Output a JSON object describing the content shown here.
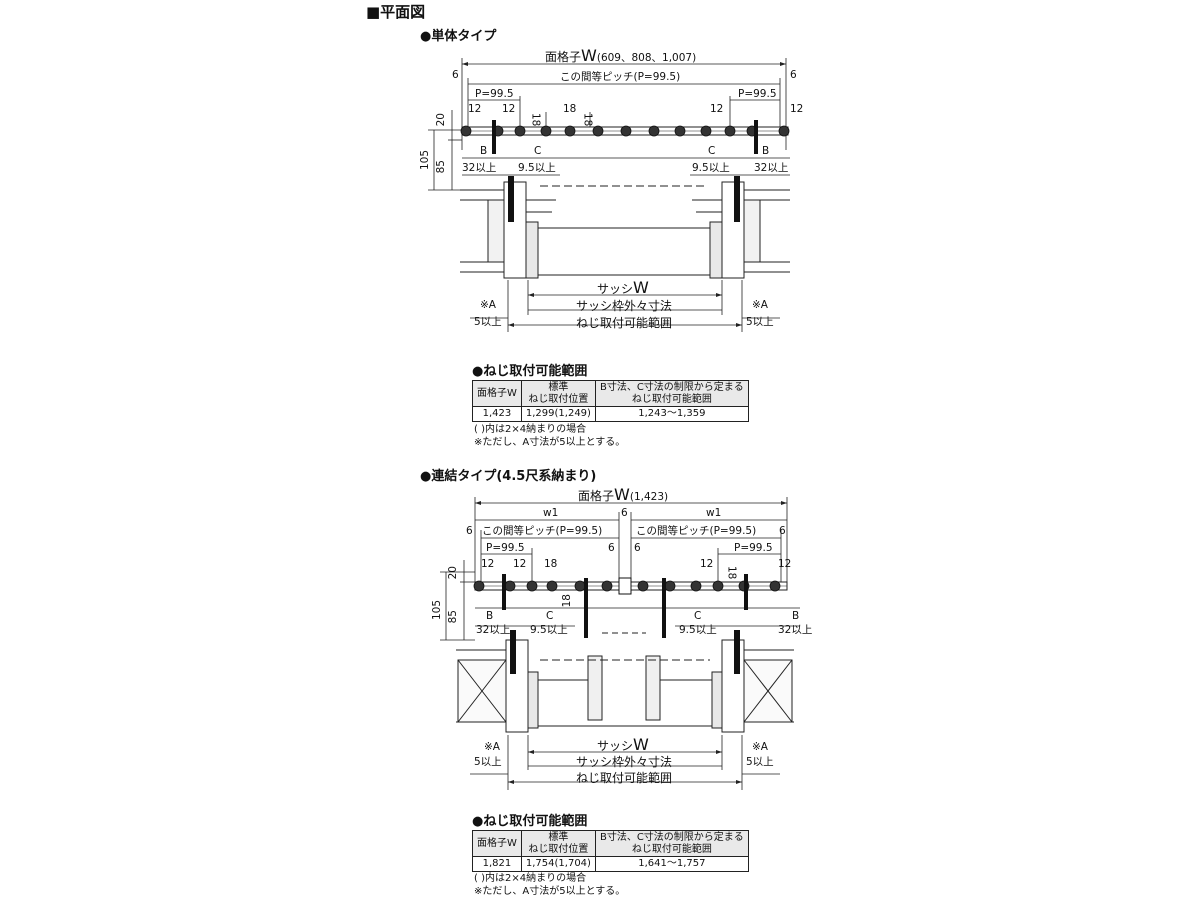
{
  "page": {
    "title": "■平面図"
  },
  "single": {
    "heading": "●単体タイプ",
    "overall_label": "面格子",
    "overall_w": "W",
    "overall_sizes": "(609、808、1,007)",
    "pitch_label": "この間等ピッチ(P=99.5)",
    "p_left": "P=99.5",
    "p_right": "P=99.5",
    "d6_left": "6",
    "d6_right": "6",
    "d12_a": "12",
    "d12_b": "12",
    "d12_c": "12",
    "d12_d": "12",
    "d18_a": "18",
    "d18_b": "18",
    "d18_v": "18",
    "d20": "20",
    "d85": "85",
    "d105": "105",
    "b_left": "B",
    "b_right": "B",
    "c_left": "C",
    "c_right": "C",
    "min32_left": "32以上",
    "min32_right": "32以上",
    "min95_left": "9.5以上",
    "min95_right": "9.5以上",
    "sash_label": "サッシ",
    "sash_w": "W",
    "sash_frame": "サッシ枠外々寸法",
    "screw_range": "ねじ取付可能範囲",
    "a_left": "※A",
    "a_right": "※A",
    "min5_left": "5以上",
    "min5_right": "5以上"
  },
  "table1": {
    "heading": "●ねじ取付可能範囲",
    "col1": "面格子W",
    "col2_l1": "標準",
    "col2_l2": "ねじ取付位置",
    "col3_l1": "B寸法、C寸法の制限から定まる",
    "col3_l2": "ねじ取付可能範囲",
    "row": {
      "w": "1,423",
      "pos": "1,299(1,249)",
      "range": "1,243〜1,359"
    },
    "note1": "(  )内は2×4納まりの場合",
    "note2": "※ただし、A寸法が5以上とする。"
  },
  "linked": {
    "heading": "●連結タイプ(4.5尺系納まり)",
    "overall_label": "面格子",
    "overall_w": "W",
    "overall_sizes": "(1,423)",
    "w1_left": "w1",
    "w1_right": "w1",
    "d6_center": "6",
    "d6_left": "6",
    "d6_right": "6",
    "d6_ml": "6",
    "d6_mr": "6",
    "pitch_left": "この間等ピッチ(P=99.5)",
    "pitch_right": "この間等ピッチ(P=99.5)",
    "p_left": "P=99.5",
    "p_right": "P=99.5",
    "d12_a": "12",
    "d12_b": "12",
    "d12_c": "12",
    "d12_d": "12",
    "d18_a": "18",
    "d18_b": "18",
    "d18_v": "18",
    "d20": "20",
    "d85": "85",
    "d105": "105",
    "b_left": "B",
    "b_right": "B",
    "c_left": "C",
    "c_right": "C",
    "min32_left": "32以上",
    "min32_right": "32以上",
    "min95_left": "9.5以上",
    "min95_right": "9.5以上",
    "sash_label": "サッシ",
    "sash_w": "W",
    "sash_frame": "サッシ枠外々寸法",
    "screw_range": "ねじ取付可能範囲",
    "a_left": "※A",
    "a_right": "※A",
    "min5_left": "5以上",
    "min5_right": "5以上"
  },
  "table2": {
    "heading": "●ねじ取付可能範囲",
    "col1": "面格子W",
    "col2_l1": "標準",
    "col2_l2": "ねじ取付位置",
    "col3_l1": "B寸法、C寸法の制限から定まる",
    "col3_l2": "ねじ取付可能範囲",
    "row": {
      "w": "1,821",
      "pos": "1,754(1,704)",
      "range": "1,641〜1,757"
    },
    "note1": "(  )内は2×4納まりの場合",
    "note2": "※ただし、A寸法が5以上とする。"
  }
}
